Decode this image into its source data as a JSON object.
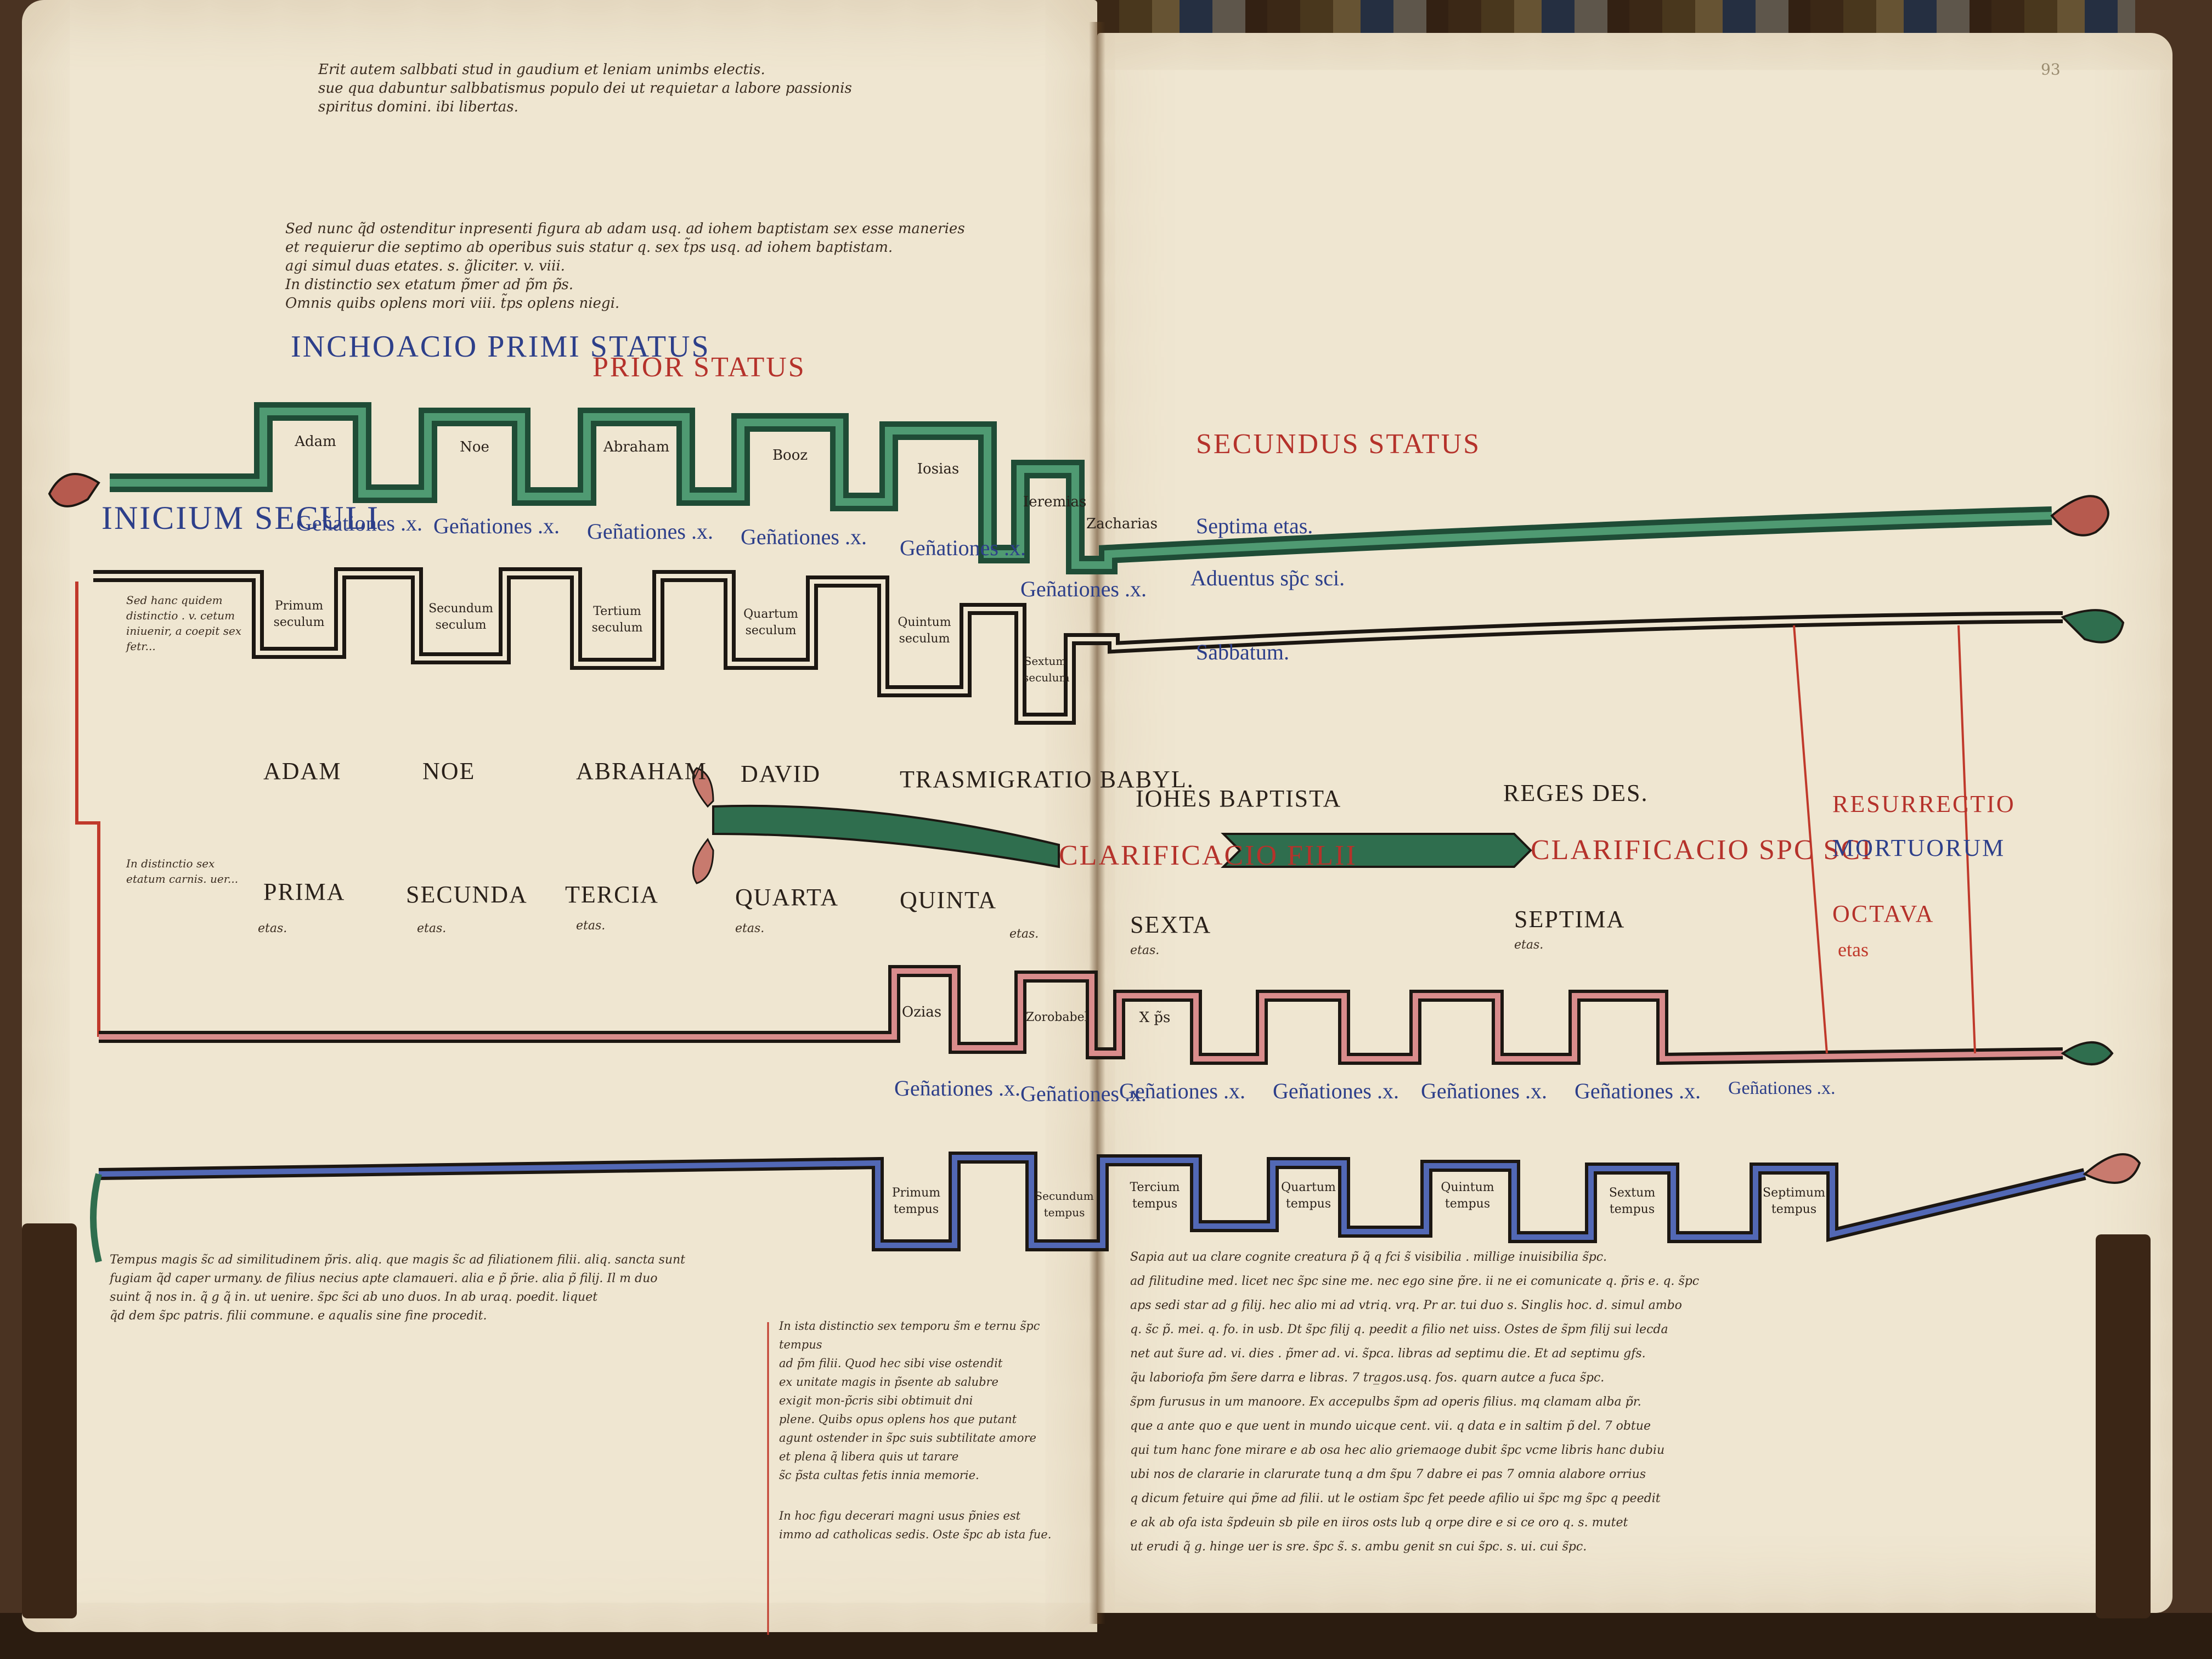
{
  "manuscript": {
    "folio_number": "93",
    "top_text": [
      "Erit autem salbbati stud in gaudium et leniam unimbs electis.",
      "sue qua dabuntur salbbatismus populo dei ut requietar a labore passionis",
      "spiritus domini. ibi libertas."
    ],
    "intro_para": [
      "Sed nunc q̃d ostenditur inpresenti figura ab adam usq. ad iohem baptistam sex esse maneries",
      "et requierur die septimo ab operibus suis statur q. sex t̃ps usq. ad iohem baptistam.",
      "agi simul duas etates. s. g̃liciter. v. viii.",
      "In distinctio sex etatum p̃mer ad p̃m p̃s.",
      "Omnis quibs oplens mori viii. t̃ps oplens niegi."
    ],
    "rubrics": {
      "inchoatio_primi": "INCHOACIO PRIMI STATUS",
      "prior_status": "PRIOR STATUS",
      "secundus_status": "SECUNDUS STATUS",
      "initium_seculi": "INICIUM SECULI"
    },
    "green_band": {
      "boxes": [
        "Adam",
        "Noe",
        "Abraham",
        "Booz",
        "Iosias",
        "Ieremias",
        "Zacharias"
      ]
    },
    "generationes_row_1": [
      "Geñationes .x.",
      "Geñationes .x.",
      "Geñationes .x.",
      "Geñationes .x.",
      "Geñationes .x.",
      "Geñationes .x."
    ],
    "right_upper": {
      "septima_etas": "Septima etas.",
      "aduentus": "Aduentus sp̃c sci.",
      "sabbatum": "Sabbatum."
    },
    "black_band": {
      "boxes": [
        "Primum seculum",
        "Secundum seculum",
        "Tertium seculum",
        "Quartum seculum",
        "Quintum seculum",
        "Sextum seculum"
      ]
    },
    "black_band_note": "Sed hanc quidem distinctio . v. cetum iniuenir, a coepit sex fetr...",
    "names_row": [
      "ADAM",
      "NOE",
      "ABRAHAM",
      "DAVID",
      "TRASMIGRATIO BABYL.",
      "IOHES BAPTISTA",
      "REGES DES."
    ],
    "ages_row": [
      {
        "name": "PRIMA",
        "sub": "etas."
      },
      {
        "name": "SECUNDA",
        "sub": "etas."
      },
      {
        "name": "TERCIA",
        "sub": "etas."
      },
      {
        "name": "QUARTA",
        "sub": "etas."
      },
      {
        "name": "QUINTA",
        "sub": "etas."
      },
      {
        "name": "SEXTA",
        "sub": "etas."
      },
      {
        "name": "SEPTIMA",
        "sub": "etas."
      }
    ],
    "clarificatio_filii": "CLARIFICACIO FILII",
    "clarificatio_spiritus": "CLARIFICACIO SPC SCI",
    "resurrectio": [
      "RESURRECTIO",
      "MORTUORUM"
    ],
    "octava": [
      "OCTAVA",
      "etas"
    ],
    "left_margin_note": "In distinctio sex etatum carnis. uer...",
    "red_band": {
      "boxes": [
        "Ozias",
        "Zorobabel",
        "X p̃s"
      ]
    },
    "generationes_row_2": [
      "Geñationes .x.",
      "Geñationes .x.",
      "Geñationes .x.",
      "Geñationes .x.",
      "Geñationes .x.",
      "Geñationes .x.",
      "Geñationes .x."
    ],
    "blue_band": {
      "boxes": [
        "Primum tempus",
        "Secundum tempus",
        "Tercium tempus",
        "Quartum tempus",
        "Quintum tempus",
        "Sextum tempus",
        "Septimum tempus"
      ]
    },
    "bottom_left_para": [
      "Tempus magis s̃c ad similitudinem p̃ris. aliq. que magis s̃c ad filiationem filii. aliq. sancta sunt",
      "fugiam q̃d caper urmany. de filius necius apte clamaueri. alia e p̃ p̃rie. alia p̃ filij. Il m duo",
      "suint q̃ nos in. q̃ g q̃ in. ut uenire. s̃pc s̃ci ab uno duos. In ab uraq. poedit. liquet",
      "q̃d dem s̃pc patris. filii commune. e aqualis sine fine procedit."
    ],
    "bottom_center_para": [
      "In ista distinctio sex temporu s̃m e ternu s̃pc tempus",
      "ad p̃m filii. Quod hec sibi vise ostendit",
      "ex unitate magis in p̃sente ab salubre",
      "exigit mon-p̃cris sibi obtimuit dni",
      "plene. Quibs opus oplens hos que putant",
      "agunt ostender in s̃pc suis subtilitate amore",
      "et plena q̃ libera quis ut tarare",
      "s̃c p̃sta cultas fetis innia memorie.",
      "In hoc figu decerari magni usus p̃nies est",
      "immo ad catholicas sedis. Oste s̃pc ab ista fue."
    ],
    "bottom_right_para": [
      "Sapia aut ua clare cognite creatura p̃ q̃ q fci s̃ visibilia . millige inuisibilia s̃pc.",
      "ad filitudine med. licet nec s̃pc sine me. nec ego sine p̃re. ii ne ei comunicate q. p̃ris e. q. s̃pc",
      "aps sedi star ad g filij. hec alio mi ad vtriq. vrq. Pr ar. tui duo s. Singlis hoc. d. simul ambo",
      "q. s̃c p̃. mei. q. fo. in usb. Dt s̃pc filij q. peedit a filio net uiss. Ostes de s̃pm filij sui lecda",
      "net aut s̃ure ad. vi. dies . p̃mer ad. vi. s̃pca. libras ad septimu die. Et ad septimu gfs.",
      "q̃u laboriofa p̃m s̃ere darra e libras. 7 tra̲gos.usq. fos. quarn autce a fuca s̃pc.",
      "s̃pm furusus in um manoore. Ex accepulbs s̃pm ad operis filius. mq clamam alba p̃r.",
      "que a ante quo e que uent in mundo uicque cent. vii. q data e in saltim p̃ del. 7 obtue",
      "qui tum hanc fone mirare e ab osa hec alio griemaoge dubit s̃pc vcme libris hanc dubiu",
      "ubi nos de clararie in clarurate tunq a dm s̃pu 7 dabre ei pas 7 omnia alabore orrius",
      "q dicum fetuire qui p̃me ad filii. ut le ostiam s̃pc fet peede afilio ui s̃pc mg s̃pc q peedit",
      "e ak ab ofa ista s̃pdeuin sb pile en iiros osts lub q orpe dire e si ce oro q. s. mutet",
      "ut erudi q̃ g. hinge uer is sre. s̃pc s̃. s. ambu genit sn cui s̃pc. s. ui. cui s̃pc."
    ]
  },
  "colors": {
    "parchment": "#efe6d1",
    "green": "#2f6e4e",
    "red": "#c0392b",
    "blue": "#2d3f8a",
    "black": "#1c1712",
    "pink": "#d98c8c"
  }
}
